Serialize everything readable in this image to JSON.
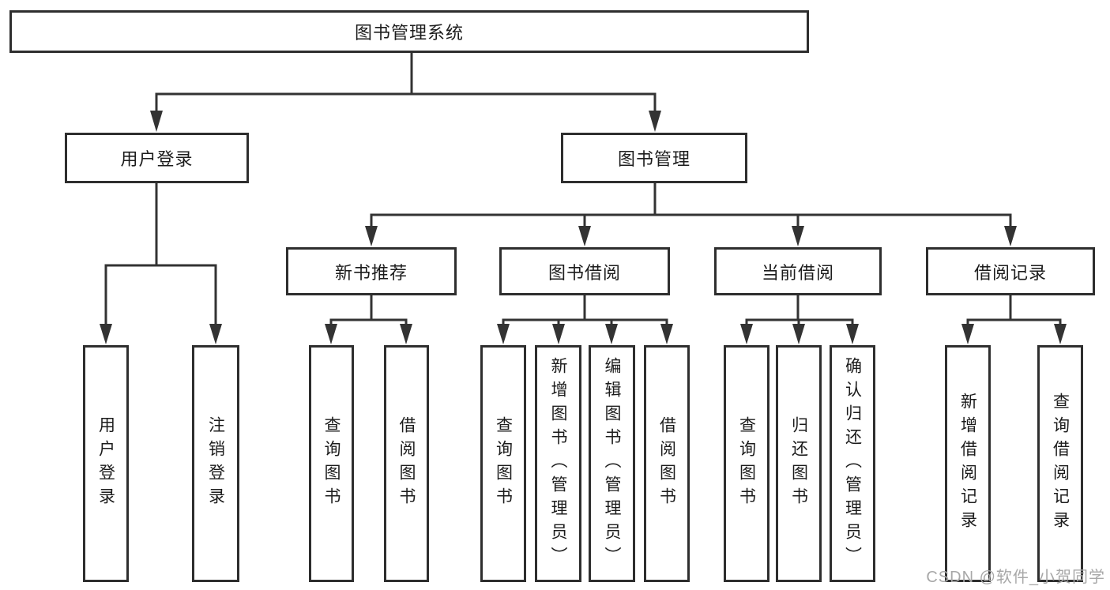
{
  "root": {
    "label": "图书管理系统"
  },
  "branches": {
    "user_login": {
      "label": "用户登录",
      "children": [
        {
          "label": "用户登录"
        },
        {
          "label": "注销登录"
        }
      ]
    },
    "book_management": {
      "label": "图书管理",
      "sections": {
        "new_book_recommend": {
          "label": "新书推荐",
          "children": [
            {
              "label": "查询图书"
            },
            {
              "label": "借阅图书"
            }
          ]
        },
        "book_borrow": {
          "label": "图书借阅",
          "children": [
            {
              "label": "查询图书"
            },
            {
              "label": "新增图书（管理员）"
            },
            {
              "label": "编辑图书（管理员）"
            },
            {
              "label": "借阅图书"
            }
          ]
        },
        "current_borrow": {
          "label": "当前借阅",
          "children": [
            {
              "label": "查询图书"
            },
            {
              "label": "归还图书"
            },
            {
              "label": "确认归还（管理员）"
            }
          ]
        },
        "borrow_records": {
          "label": "借阅记录",
          "children": [
            {
              "label": "新增借阅记录"
            },
            {
              "label": "查询借阅记录"
            }
          ]
        }
      }
    }
  },
  "watermark": {
    "text": "CSDN @软件_小贺同学"
  },
  "colors": {
    "line": "#333333",
    "box_border": "#2e2e2e",
    "text": "#1c1c1c",
    "watermark": "#a8a8a8",
    "background": "#ffffff"
  }
}
